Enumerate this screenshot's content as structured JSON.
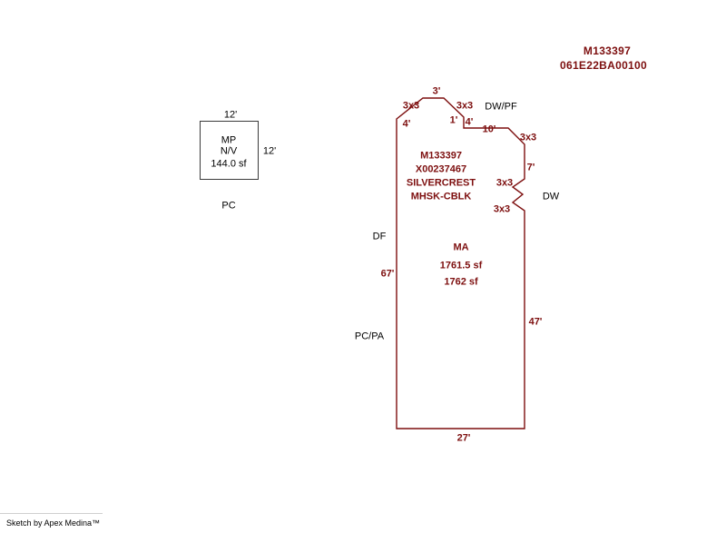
{
  "colors": {
    "sketch": "#7d0f0f",
    "ink": "#000000"
  },
  "header": {
    "line1": "M133397",
    "line2": "061E22BA00100"
  },
  "mp": {
    "dim_top": "12'",
    "dim_right": "12'",
    "name": "MP",
    "value": "N/V",
    "area": "144.0 sf",
    "site_label": "PC"
  },
  "main": {
    "dims": {
      "d3x3_top_left": "3x3",
      "d3_top": "3'",
      "d3x3_top_right": "3x3",
      "d4_left": "4'",
      "d1_step": "1'",
      "d4_step": "4'",
      "d10_top": "10'",
      "d3x3_right": "3x3",
      "d7_right": "7'",
      "d3x3_notch_top": "3x3",
      "d3x3_notch_bottom": "3x3",
      "d67_left": "67'",
      "d47_right": "47'",
      "d27_bottom": "27'"
    },
    "features": {
      "dw_pf": "DW/PF",
      "dw": "DW",
      "df": "DF",
      "pc_pa": "PC/PA"
    },
    "interior": {
      "id": "M133397",
      "serial": "X00237467",
      "make": "SILVERCREST",
      "model": "MHSK-CBLK",
      "area_code": "MA",
      "area_1": "1761.5 sf",
      "area_2": "1762 sf"
    }
  },
  "footer": {
    "credit": "Sketch by Apex Medina™"
  }
}
